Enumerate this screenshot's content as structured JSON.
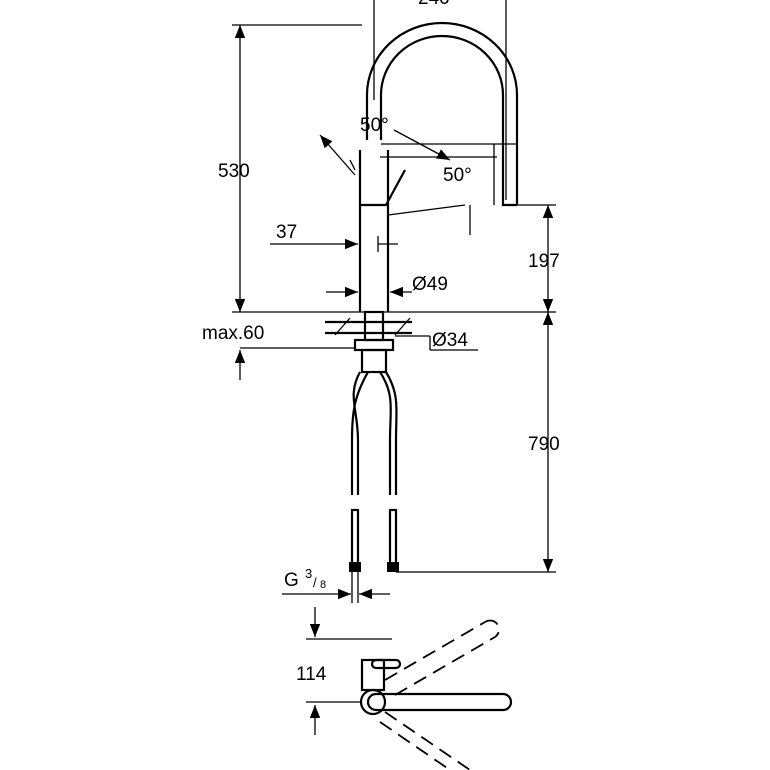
{
  "title": "Faucet technical dimension drawing",
  "dimensions": {
    "spout_reach": "240",
    "total_height": "530",
    "spout_height": "197",
    "lever_offset": "37",
    "body_diameter": "Ø49",
    "hole_diameter": "Ø34",
    "max_thickness": "max.60",
    "hose_length": "790",
    "thread_main": "G",
    "thread_num": "3",
    "thread_den": "8",
    "lever_depth": "114",
    "angle_left": "50°",
    "angle_right": "50°"
  }
}
